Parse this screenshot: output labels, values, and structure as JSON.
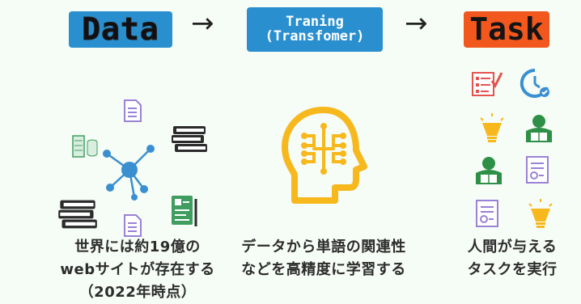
{
  "header": {
    "data_label": "Data",
    "training_label_line1": "Traning",
    "training_label_line2": "(Transfomer)",
    "task_label": "Task",
    "arrow_glyph": "→"
  },
  "captions": {
    "data_line1": "世界には約19億の",
    "data_line2": "webサイトが存在する",
    "data_line3": "（2022年時点）",
    "training_line1": "データから単語の関連性",
    "training_line2": "などを高精度に学習する",
    "task_line1": "人間が与える",
    "task_line2": "タスクを実行"
  },
  "colors": {
    "box_blue": "#2a8fcf",
    "box_orange": "#f2571e",
    "brain_yellow": "#f6b81c",
    "network_blue": "#3a8fd0",
    "book_dark": "#2b2b2b",
    "green": "#2e8f46",
    "purple": "#9a82d6",
    "red": "#e2544f"
  },
  "icons": [
    "document-icon",
    "server-icon",
    "network-graph-icon",
    "books-icon",
    "circuit-board-icon",
    "brain-ai-icon",
    "checklist-icon",
    "clock-icon",
    "lightbulb-icon",
    "reader-icon",
    "report-icon"
  ]
}
